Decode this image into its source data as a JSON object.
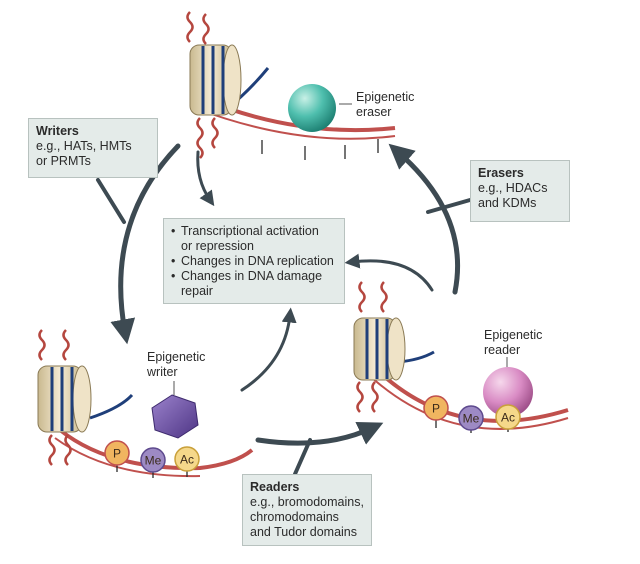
{
  "writers": {
    "title": "Writers",
    "lines": [
      "e.g., HATs, HMTs",
      "or PRMTs"
    ]
  },
  "erasers": {
    "title": "Erasers",
    "lines": [
      "e.g., HDACs",
      "and KDMs"
    ]
  },
  "readers": {
    "title": "Readers",
    "lines": [
      "e.g., bromodomains,",
      "chromodomains",
      "and Tudor domains"
    ]
  },
  "outcomes": [
    "Transcriptional activation or repression",
    "Changes in DNA replication",
    "Changes in DNA damage repair"
  ],
  "outcome_lines": [
    "Transcriptional activation",
    "or repression",
    "Changes in DNA replication",
    "Changes in DNA damage",
    "repair"
  ],
  "labels": {
    "eraser": [
      "Epigenetic",
      "eraser"
    ],
    "writer": [
      "Epigenetic",
      "writer"
    ],
    "reader": [
      "Epigenetic",
      "reader"
    ]
  },
  "marks": {
    "p": "P",
    "me": "Me",
    "ac": "Ac"
  },
  "colors": {
    "box_fill": "#e4ebe9",
    "arrow": "#3d4a52",
    "dna": "#c0504d",
    "histone_tail": "#b5473f",
    "nucleosome": "#e8dcc0",
    "dna_wrap": "#1f3f7a",
    "eraser": "#3aa89a",
    "writer": "#6a4fa0",
    "reader": "#c86fb0",
    "phospho": "#f0b560",
    "methyl": "#9d8ac4",
    "acetyl": "#f5d88a"
  }
}
